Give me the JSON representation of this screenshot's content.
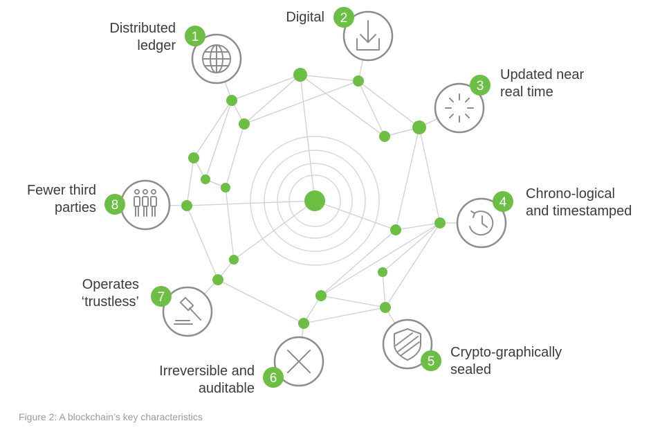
{
  "colors": {
    "accent_green": "#6CBE45",
    "icon_gray": "#8c8c8c",
    "line_gray": "#cccccc",
    "ring_gray": "#d6d6d6",
    "text": "#3b3b3b",
    "caption": "#9a9a9a"
  },
  "characteristics": [
    {
      "number": "1",
      "lines": [
        "Distributed",
        "ledger"
      ],
      "icon": "globe-icon"
    },
    {
      "number": "2",
      "lines": [
        "Digital"
      ],
      "icon": "download-icon"
    },
    {
      "number": "3",
      "lines": [
        "Updated near",
        "real time"
      ],
      "icon": "loading-spinner-icon"
    },
    {
      "number": "4",
      "lines": [
        "Chrono-logical",
        "and timestamped"
      ],
      "icon": "clock-history-icon"
    },
    {
      "number": "5",
      "lines": [
        "Crypto-graphically",
        "sealed"
      ],
      "icon": "shield-icon"
    },
    {
      "number": "6",
      "lines": [
        "Irreversible and",
        "auditable"
      ],
      "icon": "cross-icon"
    },
    {
      "number": "7",
      "lines": [
        "Operates",
        "‘trustless’"
      ],
      "icon": "gavel-icon"
    },
    {
      "number": "8",
      "lines": [
        "Fewer third",
        "parties"
      ],
      "icon": "people-icon"
    }
  ],
  "caption": "Figure 2: A blockchain’s key characteristics"
}
